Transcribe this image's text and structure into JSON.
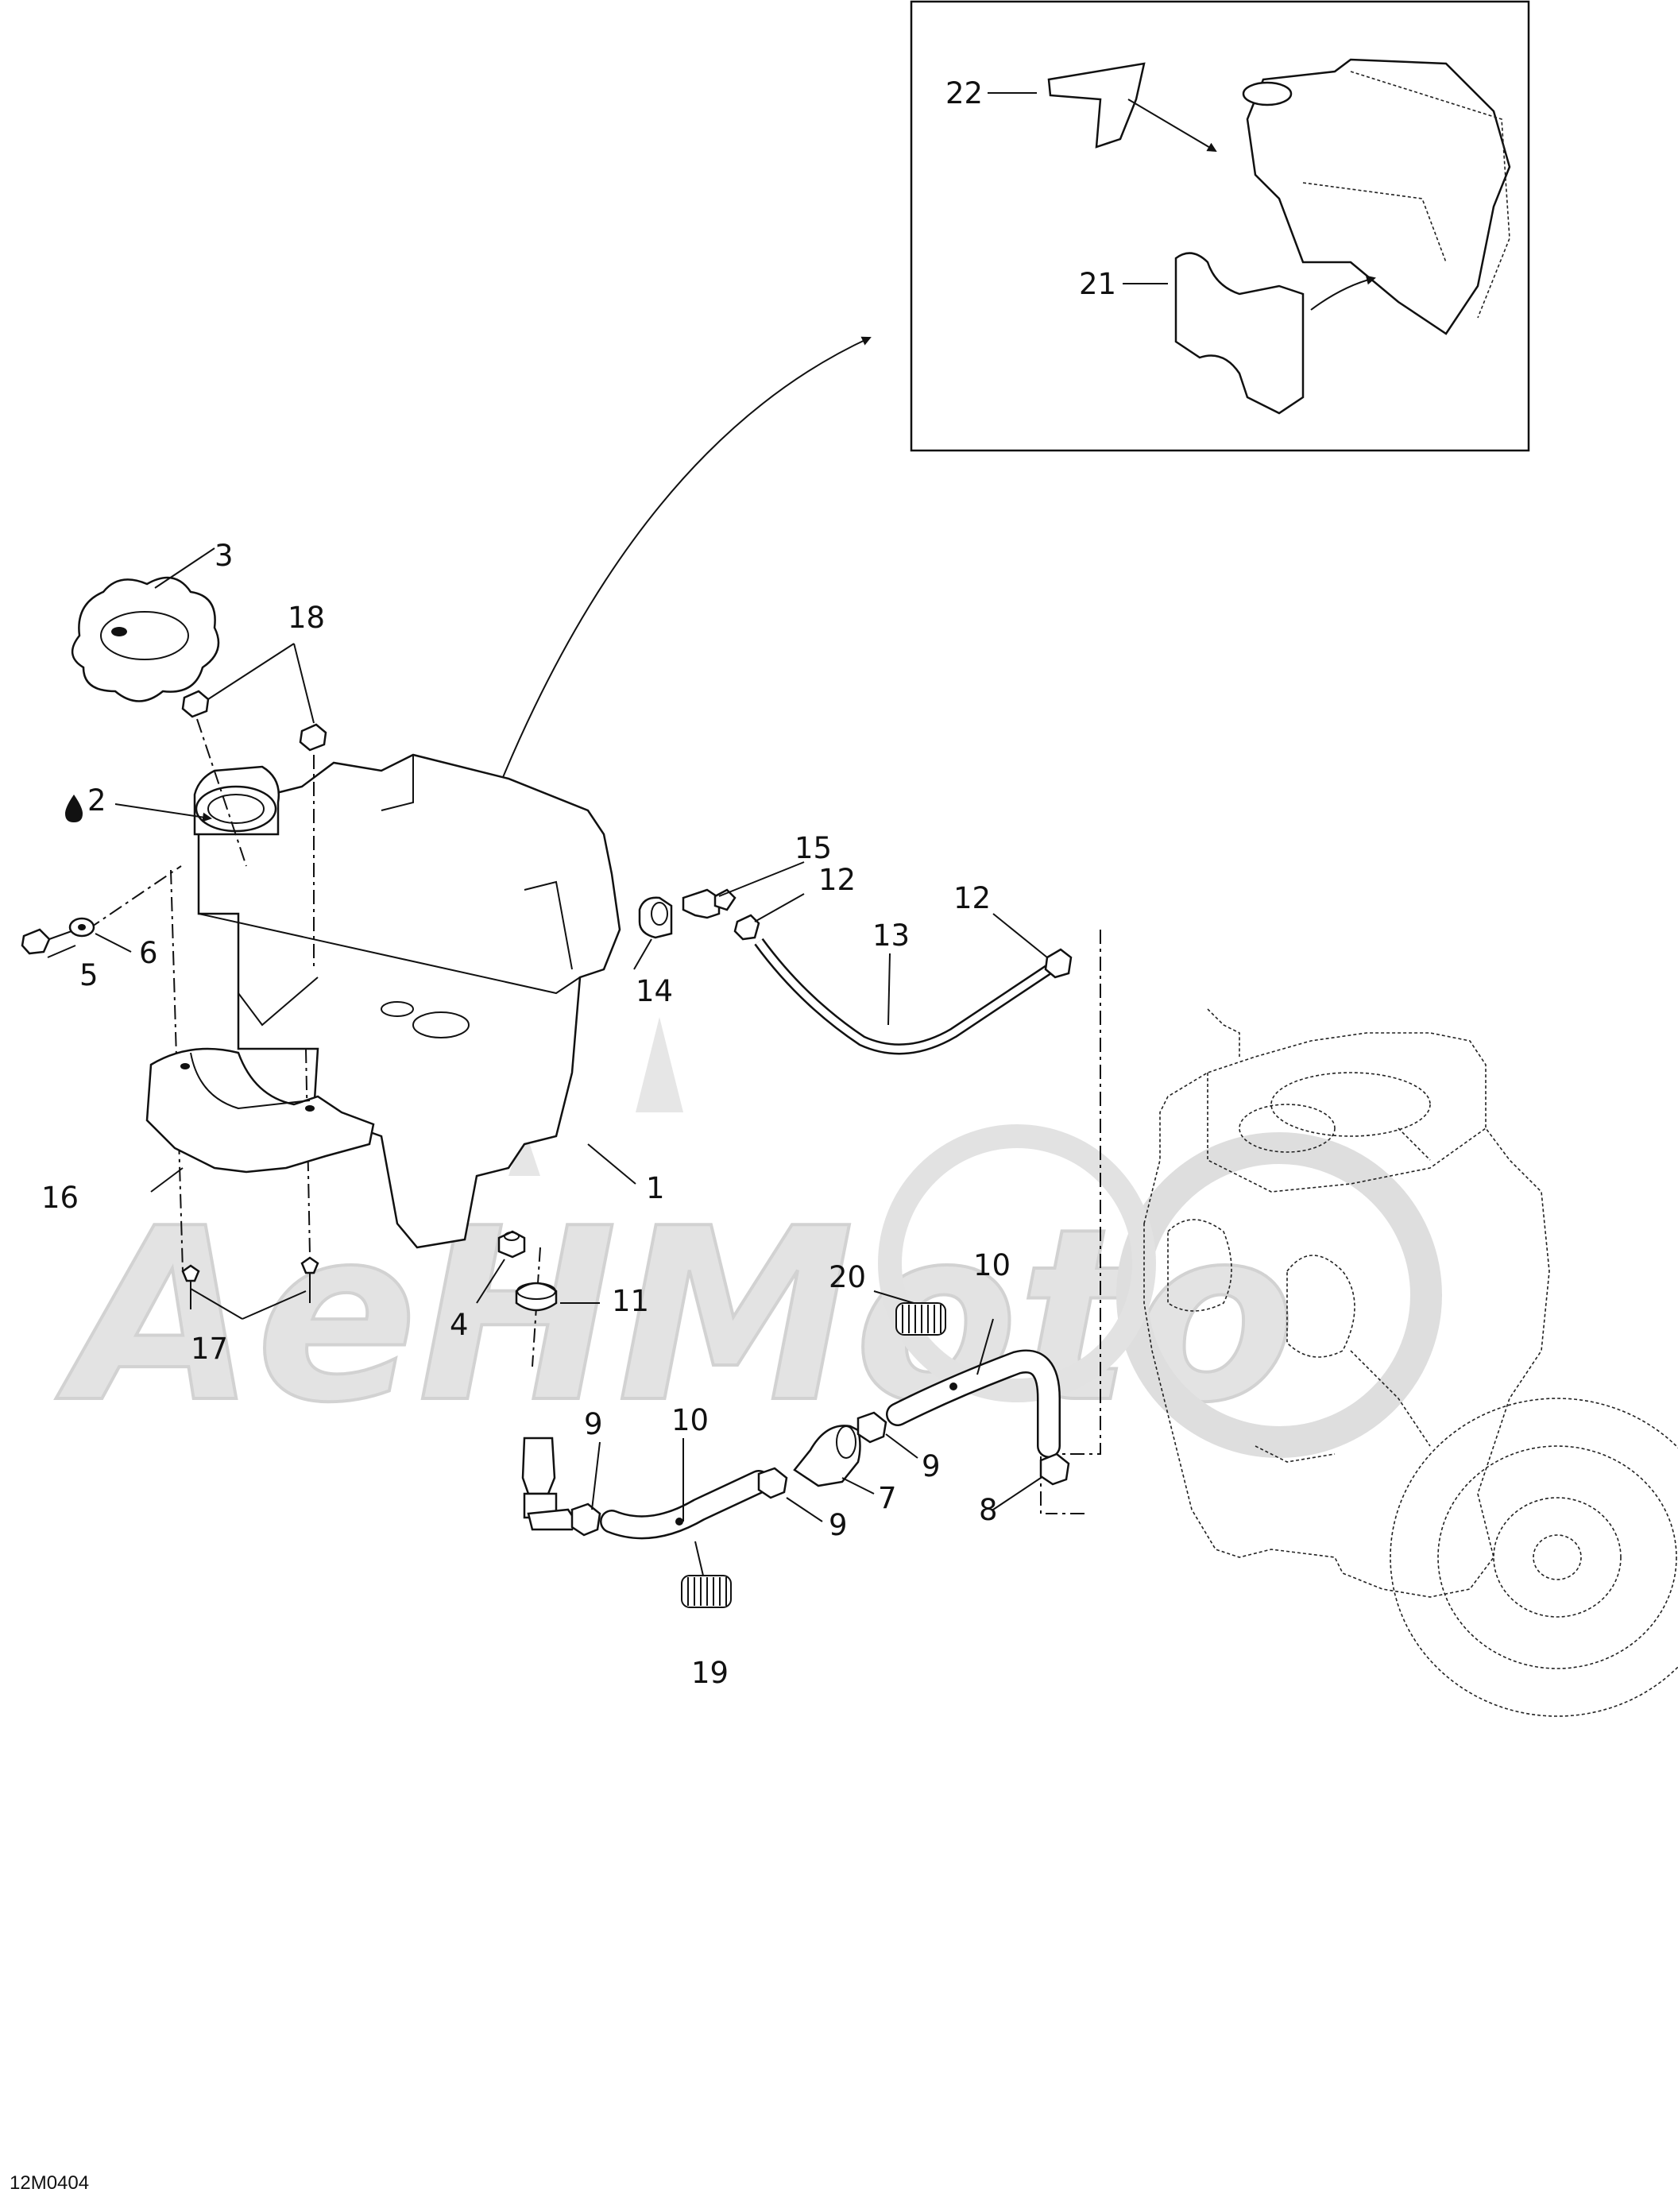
{
  "diagram": {
    "drawing_code": "12M0404",
    "watermark_text": "AeHMoto",
    "callouts": [
      "1",
      "2",
      "3",
      "4",
      "5",
      "6",
      "7",
      "8",
      "9",
      "10",
      "11",
      "12",
      "13",
      "14",
      "15",
      "16",
      "17",
      "18",
      "19",
      "20",
      "21",
      "22"
    ],
    "repeated_callouts": {
      "nine_a": "9",
      "nine_b": "9",
      "nine_c": "9",
      "ten_a": "10",
      "ten_b": "10",
      "twelve_a": "12",
      "twelve_b": "12"
    }
  },
  "colors": {
    "line": "#111111",
    "watermark": "#d9d9d9",
    "background": "#ffffff"
  },
  "icons": {
    "callout_2_marker": "oil-drop-icon"
  }
}
